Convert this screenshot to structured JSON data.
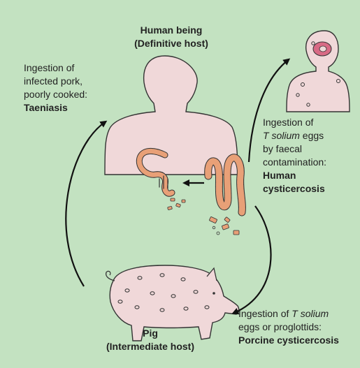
{
  "human_host": {
    "line1": "Human being",
    "line2": "(Definitive host)"
  },
  "pig_host": {
    "line1": "Pig",
    "line2": "(Intermediate host)"
  },
  "taeniasis": {
    "line1": "Ingestion of",
    "line2": "infected pork,",
    "line3": "poorly cooked:",
    "result": "Taeniasis"
  },
  "human_cysticercosis": {
    "line1": "Ingestion of",
    "line2_italic": "T solium",
    "line2_rest": " eggs",
    "line3": "by faecal",
    "line4": "contamination:",
    "result_line1": "Human",
    "result_line2": "cysticercosis"
  },
  "porcine_cysticercosis": {
    "line1_plain": "Ingestion of ",
    "line1_italic": "T solium",
    "line2": "eggs or proglottids:",
    "result": "Porcine cysticercosis"
  },
  "colors": {
    "background": "#c3e2c1",
    "body_fill": "#f0d8d9",
    "worm_fill": "#e8a077",
    "lesion_fill": "#d86a85",
    "outline": "#333333"
  }
}
